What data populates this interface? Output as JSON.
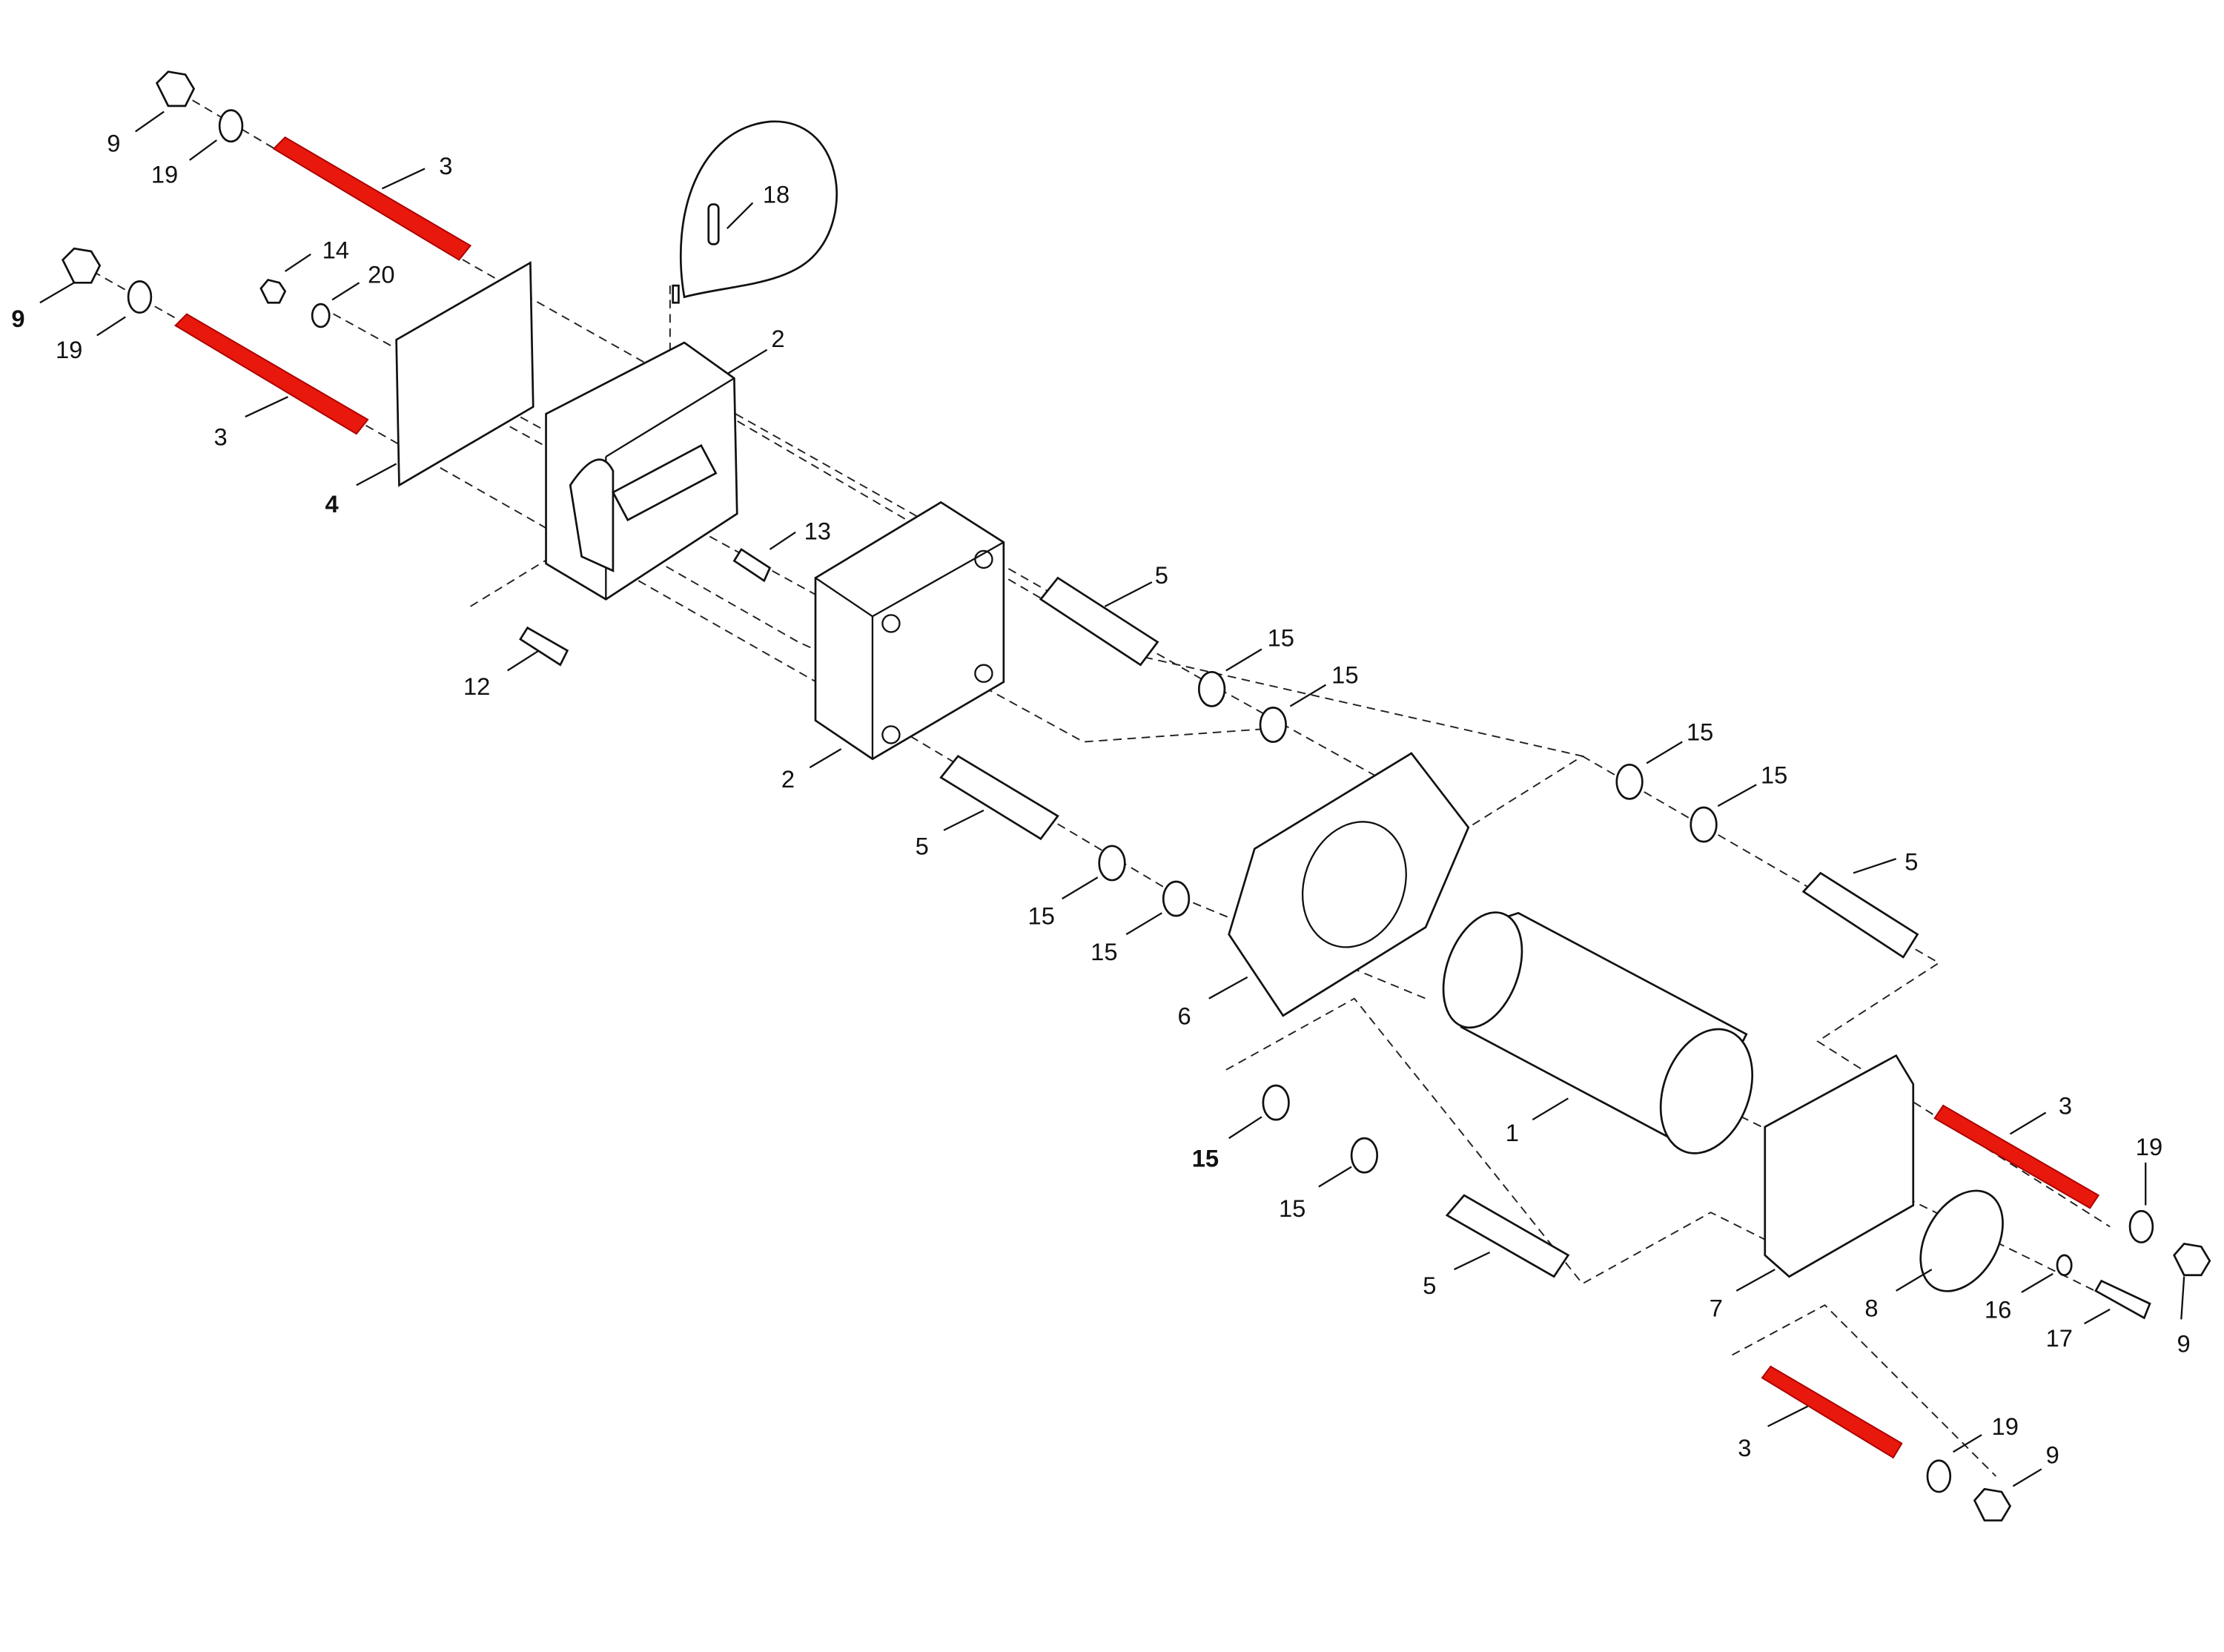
{
  "title": "Exploded parts diagram",
  "colors": {
    "highlight": "#e8180c",
    "line": "#111111"
  },
  "labels": [
    "9",
    "19",
    "3",
    "18",
    "14",
    "20",
    "9",
    "19",
    "2",
    "3",
    "4",
    "13",
    "5",
    "15",
    "15",
    "12",
    "2",
    "15",
    "15",
    "5",
    "5",
    "15",
    "15",
    "6",
    "3",
    "1",
    "19",
    "15",
    "15",
    "5",
    "7",
    "8",
    "16",
    "17",
    "9",
    "19",
    "9",
    "3"
  ]
}
